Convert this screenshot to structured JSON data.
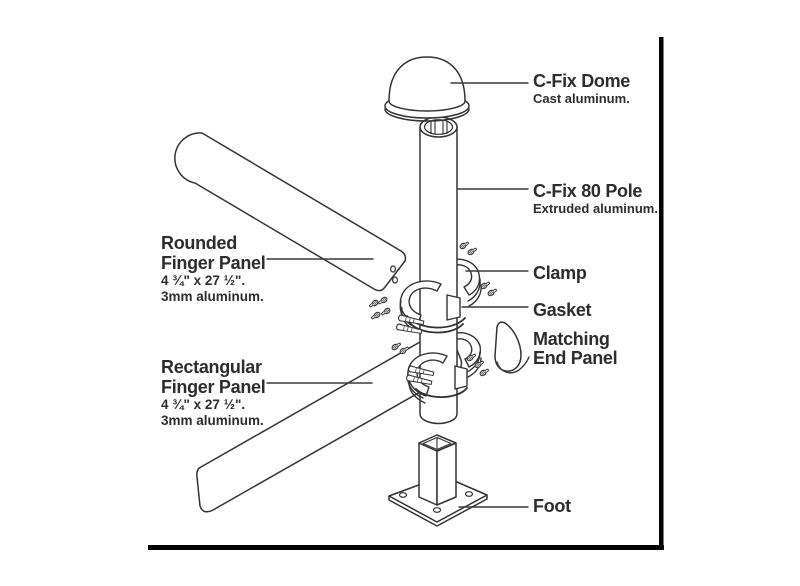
{
  "labels": {
    "dome": {
      "name": "C-Fix Dome",
      "detail": "Cast aluminum."
    },
    "pole": {
      "name": "C-Fix 80 Pole",
      "detail": "Extruded aluminum."
    },
    "clamp": {
      "name": "Clamp"
    },
    "gasket": {
      "name": "Gasket"
    },
    "end_panel": {
      "line1": "Matching",
      "line2": "End Panel"
    },
    "rounded_panel": {
      "line1": "Rounded",
      "line2": "Finger Panel",
      "dimensions": "4 ¾\" x 27 ½\".",
      "material": "3mm aluminum."
    },
    "rect_panel": {
      "line1": "Rectangular",
      "line2": "Finger Panel",
      "dimensions": "4 ¾\" x 27 ½\".",
      "material": "3mm aluminum."
    },
    "foot": {
      "name": "Foot"
    }
  },
  "colors": {
    "line": "#333333",
    "frame": "#000000",
    "background": "#ffffff",
    "text": "#2d2d2d"
  }
}
